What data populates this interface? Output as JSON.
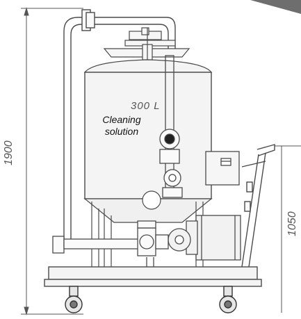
{
  "dimensions": {
    "overall_height": "1900",
    "side_height": "1050"
  },
  "tank": {
    "capacity": "300 L",
    "label_line1": "Cleaning",
    "label_line2": "solution"
  },
  "colors": {
    "line": "#4a4a4a",
    "fill_light": "#f4f4f4",
    "corner_tab": "#6e6e6e"
  }
}
